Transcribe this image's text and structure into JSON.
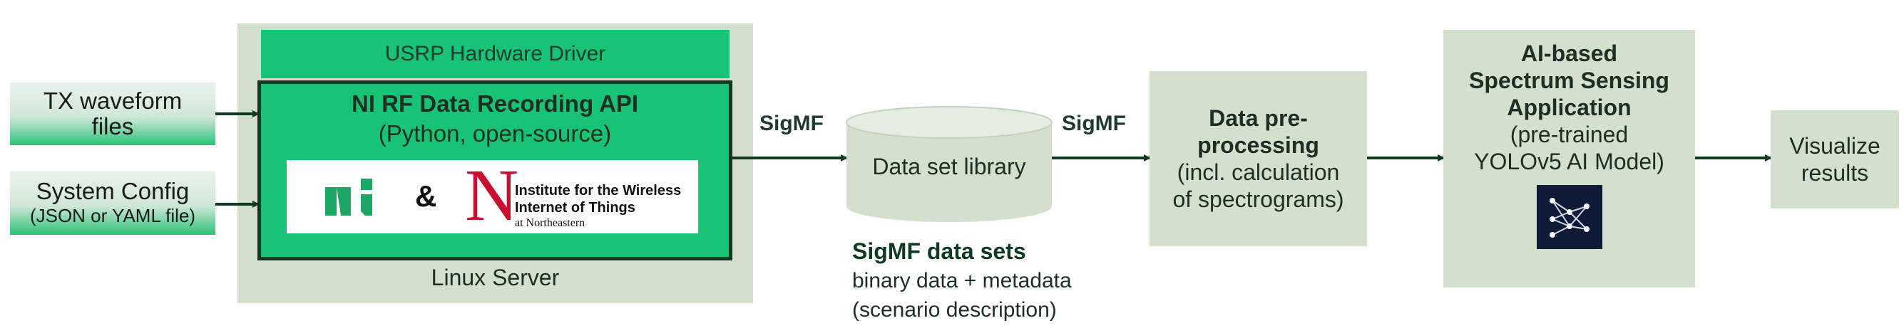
{
  "inputs": {
    "tx_waveform": "TX waveform files",
    "system_config": "System Config",
    "system_config_sub": "(JSON or YAML file)"
  },
  "linux_server": {
    "label": "Linux Server",
    "usrp_driver": "USRP Hardware Driver",
    "api_title": "NI RF Data Recording API",
    "api_subtitle": "(Python, open-source)",
    "ampersand": "&",
    "ni_logo_text": "ni",
    "wiot_logo_letter": "N",
    "wiot_line1": "Institute for the Wireless",
    "wiot_line2": "Internet of Things",
    "wiot_line3": "at Northeastern"
  },
  "flow": {
    "sigmf_label_1": "SigMF",
    "sigmf_label_2": "SigMF"
  },
  "dataset": {
    "label": "Data set library",
    "caption_title": "SigMF data sets",
    "caption_line1": "binary data + metadata",
    "caption_line2": "(scenario description)"
  },
  "preprocessing": {
    "title_line1": "Data pre-",
    "title_line2": "processing",
    "line1": "(incl. calculation",
    "line2": "of spectrograms)"
  },
  "ai_app": {
    "title_line1": "AI-based",
    "title_line2": "Spectrum Sensing",
    "title_line3": "Application",
    "line1": "(pre-trained",
    "line2": "YOLOv5 AI Model)",
    "icon": "neural-network-icon"
  },
  "visualize": {
    "line1": "Visualize",
    "line2": "results"
  },
  "colors": {
    "node_fill": "#d3e0cb",
    "accent_green": "#17c374",
    "arrow": "#0f3a22",
    "dark_green_text": "#1e3b2b",
    "ni_logo": "#1aa864",
    "northeastern_red": "#c8102e"
  }
}
